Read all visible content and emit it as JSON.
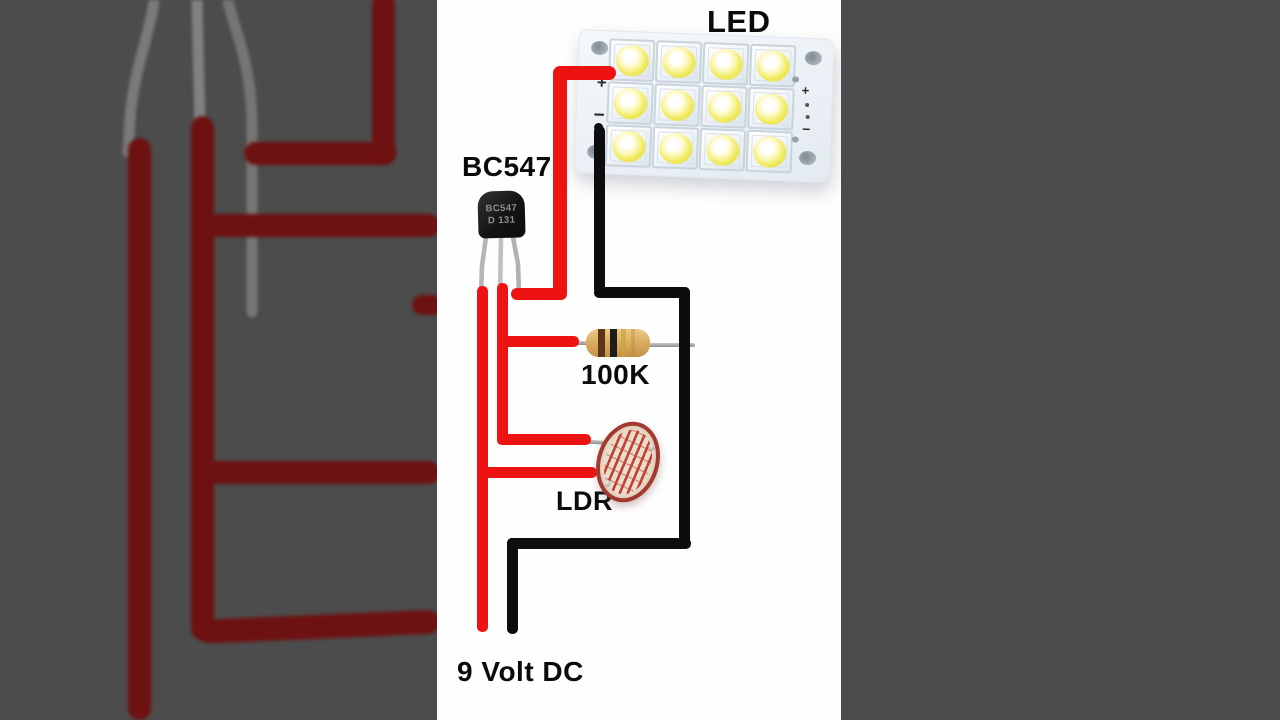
{
  "labels": {
    "led_title": "LED",
    "transistor_title": "BC547",
    "resistor_value": "100K",
    "ldr_title": "LDR",
    "power_supply": "9 Volt DC"
  },
  "transistor": {
    "marking_line1": "BC547",
    "marking_line2": "D 131"
  },
  "led_panel": {
    "rows": 3,
    "cols": 4,
    "led_count": 12,
    "left_plus": "+",
    "left_minus": "−",
    "right_plus": "+",
    "right_minus": "−"
  },
  "colors": {
    "wire-red": "#ee1313",
    "wire-black": "#0d0d0d",
    "bg-gray": "#4c4c4c",
    "bg-wire-red": "#6e1112",
    "led-dome": "#f0ea5e",
    "ldr-face": "#eadfcd",
    "ldr-trace": "#c0392b",
    "resistor-body": "#d8a85c"
  }
}
